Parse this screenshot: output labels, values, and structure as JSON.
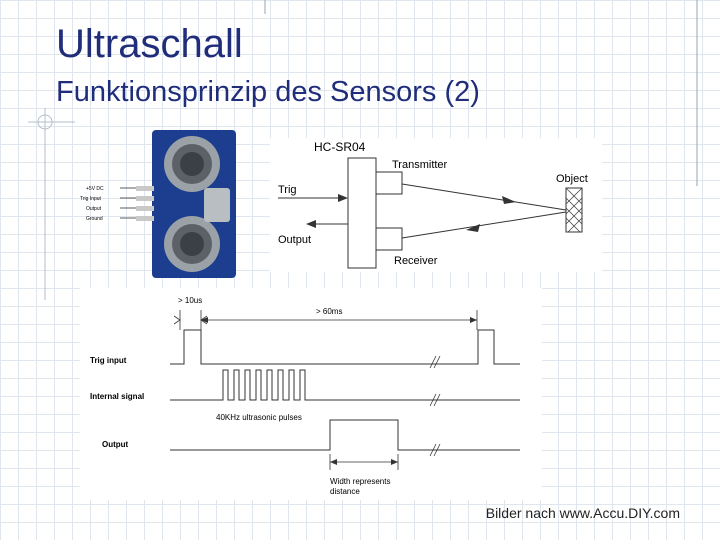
{
  "slide": {
    "title": "Ultraschall",
    "subtitle": "Funktionsprinzip des Sensors (2)",
    "credit": "Bilder nach www.Accu.DIY.com"
  },
  "sensor": {
    "pins": [
      "+5V DC",
      "Trig Input",
      "Output",
      "Ground"
    ],
    "model": "HC-SR04",
    "transmitter": "Transmitter",
    "receiver": "Receiver",
    "object": "Object",
    "trig": "Trig",
    "output": "Output"
  },
  "timing": {
    "pulse_width": "> 10us",
    "period": "> 60ms",
    "row_trig": "Trig input",
    "row_internal": "Internal signal",
    "row_output": "Output",
    "burst_label": "40KHz ultrasonic pulses",
    "width_note_1": "Width represents",
    "width_note_2": "distance"
  }
}
